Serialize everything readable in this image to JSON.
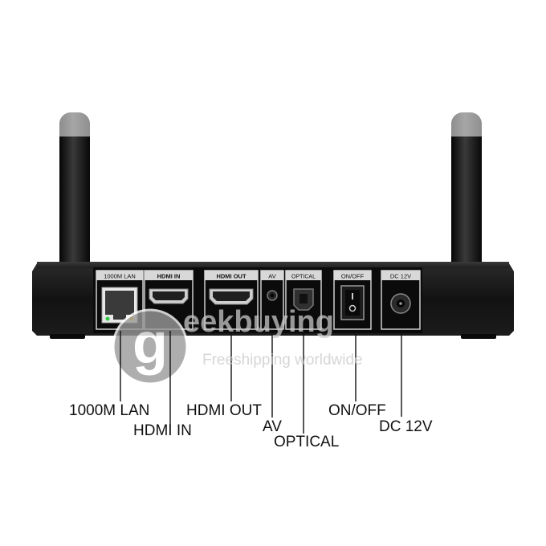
{
  "ports": {
    "lan": "1000M LAN",
    "hdmi_in": "HDMI IN",
    "hdmi_out": "HDMI OUT",
    "av": "AV",
    "optical": "OPTICAL",
    "power_switch": "ON/OFF",
    "dc": "DC 12V"
  },
  "callouts": {
    "lan": "1000M LAN",
    "hdmi_in": "HDMI IN",
    "hdmi_out": "HDMI OUT",
    "av": "AV",
    "optical": "OPTICAL",
    "power_switch": "ON/OFF",
    "dc": "DC 12V"
  },
  "watermark": {
    "brand": "eekbuying",
    "tagline": "Freeshipping worldwide"
  },
  "colors": {
    "device": "#1a1a1a",
    "panel": "#0e0e0e",
    "port_frame": "#cfcfcf",
    "watermark": "#c8c8c8"
  }
}
